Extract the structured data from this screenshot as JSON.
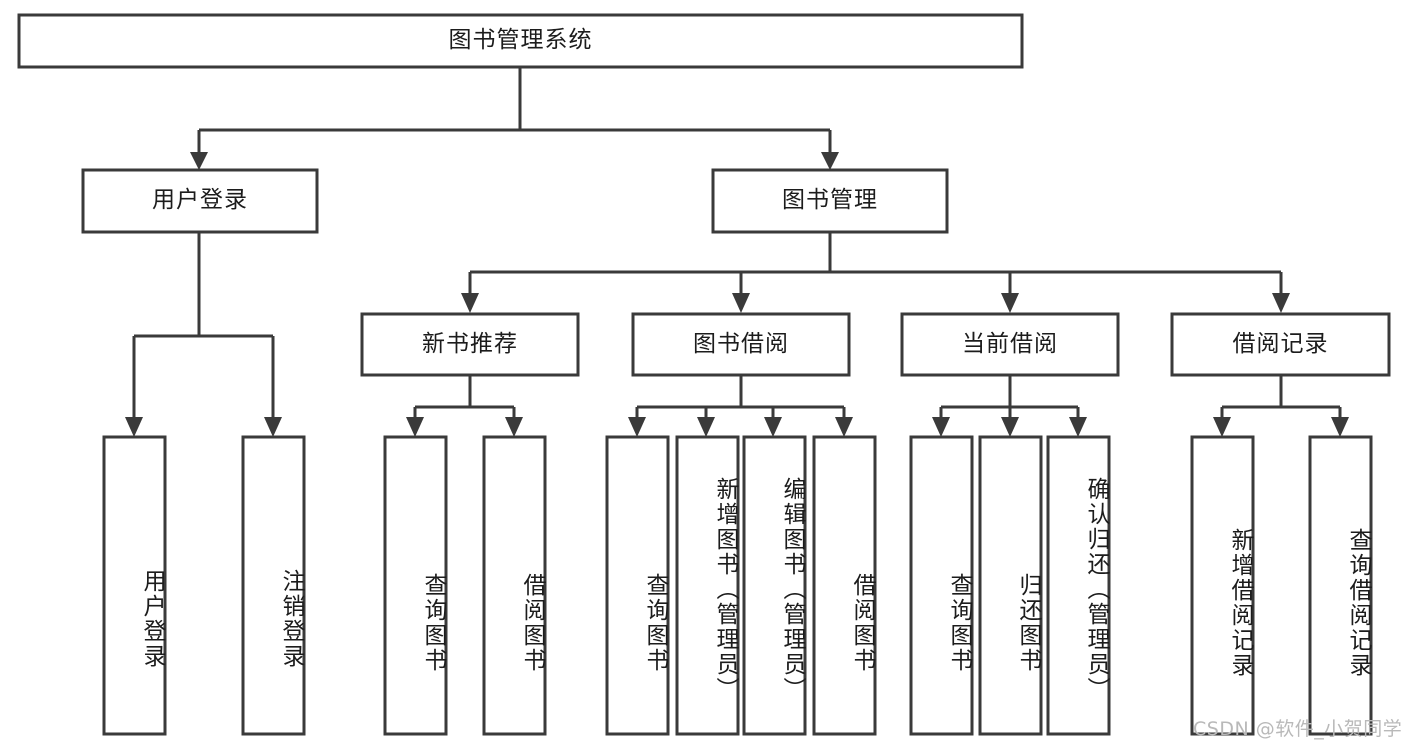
{
  "diagram": {
    "type": "tree-hierarchy-diagram",
    "title": "图书管理系统",
    "colors": {
      "box_stroke": "#3a3a3a",
      "box_fill": "#ffffff",
      "edge": "#3a3a3a",
      "text": "#1c1c1c",
      "background": "#ffffff",
      "watermark": "#b9b9b9"
    },
    "levels": {
      "root": {
        "id": "root",
        "label": "图书管理系统",
        "orientation": "horizontal"
      },
      "level2": [
        {
          "id": "user-login",
          "label": "用户登录",
          "orientation": "horizontal"
        },
        {
          "id": "book-management",
          "label": "图书管理",
          "orientation": "horizontal"
        }
      ],
      "level3": [
        {
          "id": "new-book-recommend",
          "label": "新书推荐",
          "orientation": "horizontal",
          "parent": "book-management"
        },
        {
          "id": "book-borrow",
          "label": "图书借阅",
          "orientation": "horizontal",
          "parent": "book-management"
        },
        {
          "id": "current-borrow",
          "label": "当前借阅",
          "orientation": "horizontal",
          "parent": "book-management"
        },
        {
          "id": "borrow-record",
          "label": "借阅记录",
          "orientation": "horizontal",
          "parent": "book-management"
        }
      ],
      "leaves": [
        {
          "id": "leaf-user-login",
          "label": "用户登录",
          "orientation": "vertical",
          "parent": "user-login"
        },
        {
          "id": "leaf-logout-login",
          "label": "注销登录",
          "orientation": "vertical",
          "parent": "user-login"
        },
        {
          "id": "leaf-query-book-rec",
          "label": "查询图书",
          "orientation": "vertical",
          "parent": "new-book-recommend"
        },
        {
          "id": "leaf-borrow-book-rec",
          "label": "借阅图书",
          "orientation": "vertical",
          "parent": "new-book-recommend"
        },
        {
          "id": "leaf-query-book-borrow",
          "label": "查询图书",
          "orientation": "vertical",
          "parent": "book-borrow"
        },
        {
          "id": "leaf-add-book",
          "label": "新增图书（管理员）",
          "orientation": "vertical",
          "parent": "book-borrow"
        },
        {
          "id": "leaf-edit-book",
          "label": "编辑图书（管理员）",
          "orientation": "vertical",
          "parent": "book-borrow"
        },
        {
          "id": "leaf-borrow-book",
          "label": "借阅图书",
          "orientation": "vertical",
          "parent": "book-borrow"
        },
        {
          "id": "leaf-query-book-current",
          "label": "查询图书",
          "orientation": "vertical",
          "parent": "current-borrow"
        },
        {
          "id": "leaf-return-book",
          "label": "归还图书",
          "orientation": "vertical",
          "parent": "current-borrow"
        },
        {
          "id": "leaf-confirm-return",
          "label": "确认归还（管理员）",
          "orientation": "vertical",
          "parent": "current-borrow"
        },
        {
          "id": "leaf-add-borrow-record",
          "label": "新增借阅记录",
          "orientation": "vertical",
          "parent": "borrow-record"
        },
        {
          "id": "leaf-query-borrow-record",
          "label": "查询借阅记录",
          "orientation": "vertical",
          "parent": "borrow-record"
        }
      ]
    },
    "watermark": "CSDN @软件_小贺同学"
  }
}
